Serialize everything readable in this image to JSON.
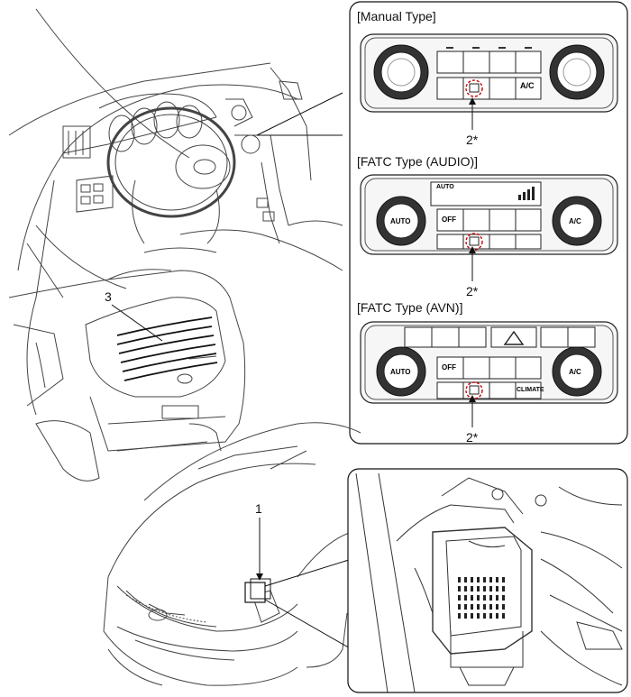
{
  "panels": {
    "manual": {
      "title": "[Manual Type]",
      "ac_label": "A/C",
      "callout": "2*"
    },
    "fatc_audio": {
      "title": "[FATC Type (AUDIO)]",
      "auto_label": "AUTO",
      "off_label": "OFF",
      "ac_label": "A/C",
      "display_auto": "AUTO",
      "callout": "2*"
    },
    "fatc_avn": {
      "title": "[FATC Type (AVN)]",
      "auto_label": "AUTO",
      "off_label": "OFF",
      "ac_label": "A/C",
      "climate_label": "CLIMATE",
      "callout": "2*"
    }
  },
  "callouts": {
    "rear_glass": "3",
    "module": "1"
  }
}
